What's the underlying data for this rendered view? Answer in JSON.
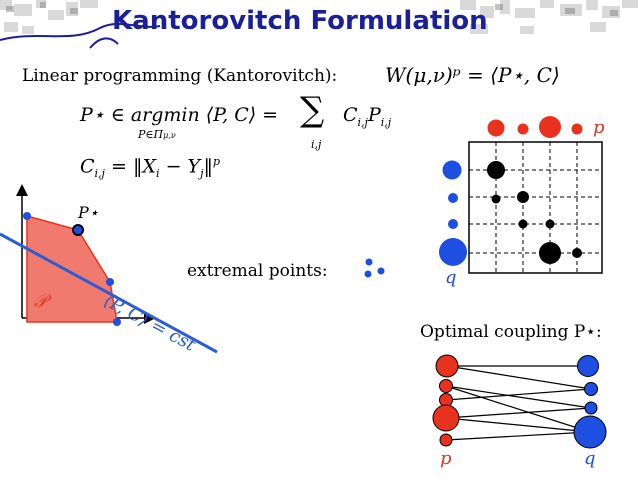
{
  "slide": {
    "title": "Kantorovitch Formulation",
    "lp_label": "Linear programming (Kantorovitch):",
    "wasserstein_eq": "W(μ,ν)ᵖ = ⟨P⋆, C⟩",
    "pstar_eq": "P⋆ ∈ argmin ⟨P, C⟩ =",
    "argmin_sub": "P∈Π",
    "argmin_subsub": "μ,ν",
    "sum_symbol": "∑",
    "sum_sub": "i,j",
    "sum_term": "C",
    "sum_term_sub": "i,j",
    "sum_term2": "P",
    "sum_term2_sub": "i,j",
    "cost_lhs": "C",
    "cost_lhs_sub": "i,j",
    "cost_rhs": "= ‖X",
    "cost_rhs_sub1": "i",
    "cost_rhs_mid": " − Y",
    "cost_rhs_sub2": "j",
    "cost_rhs_end": "‖",
    "cost_rhs_sup": "p",
    "pstar_label": "P⋆",
    "polytope_label": "𝒫",
    "line_label": "⟨P, C⟩ = cst",
    "extremal_label": "extremal points:",
    "optimal_label": "Optimal coupling P⋆:",
    "p_label_matrix": "p",
    "q_label_matrix": "q",
    "p_label_coupling": "p",
    "q_label_coupling": "q"
  },
  "colors": {
    "title": "#1a1f9a",
    "red": "#e8321e",
    "blue": "#1d4fe0",
    "polytope_fill": "#f07a6e",
    "line": "#2a5cd6"
  }
}
